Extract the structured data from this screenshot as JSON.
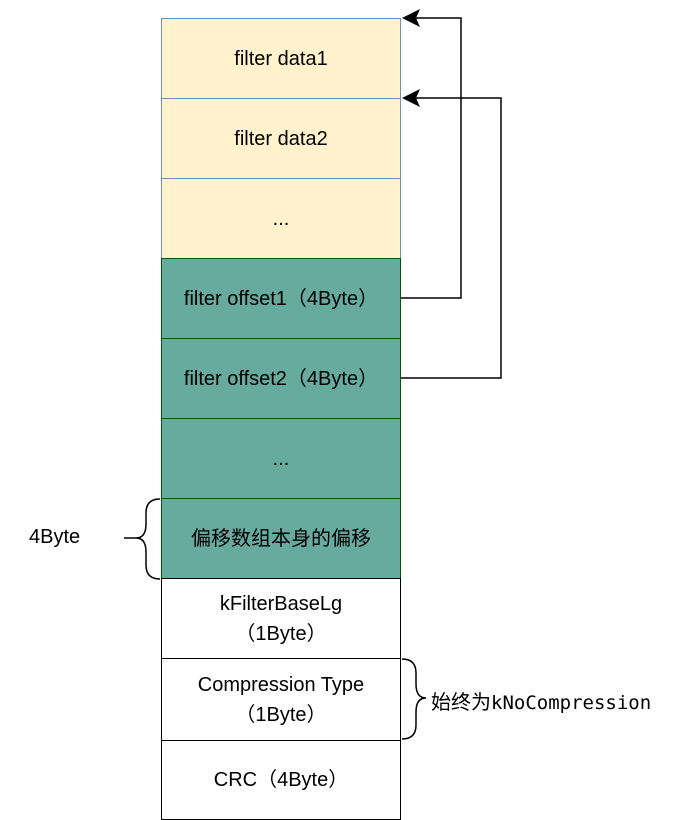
{
  "blocks": {
    "filter_data1": "filter data1",
    "filter_data2": "filter data2",
    "data_ellipsis": "...",
    "filter_offset1": "filter offset1（4Byte）",
    "filter_offset2": "filter offset2（4Byte）",
    "offset_ellipsis": "...",
    "offset_array_offset": "偏移数组本身的偏移",
    "filter_base_lg": "kFilterBaseLg\n（1Byte）",
    "compression_type": "Compression Type\n（1Byte）",
    "crc": "CRC（4Byte）"
  },
  "annotations": {
    "left_size": "4Byte",
    "compression_note_prefix": "始终为",
    "compression_note_code": "kNoCompression"
  },
  "colors": {
    "data_fill": "#fff2cc",
    "data_stroke": "#6c8ebf",
    "offset_fill": "#67ab9f",
    "offset_stroke": "#005700",
    "meta_fill": "#ffffff",
    "line": "#000000"
  }
}
